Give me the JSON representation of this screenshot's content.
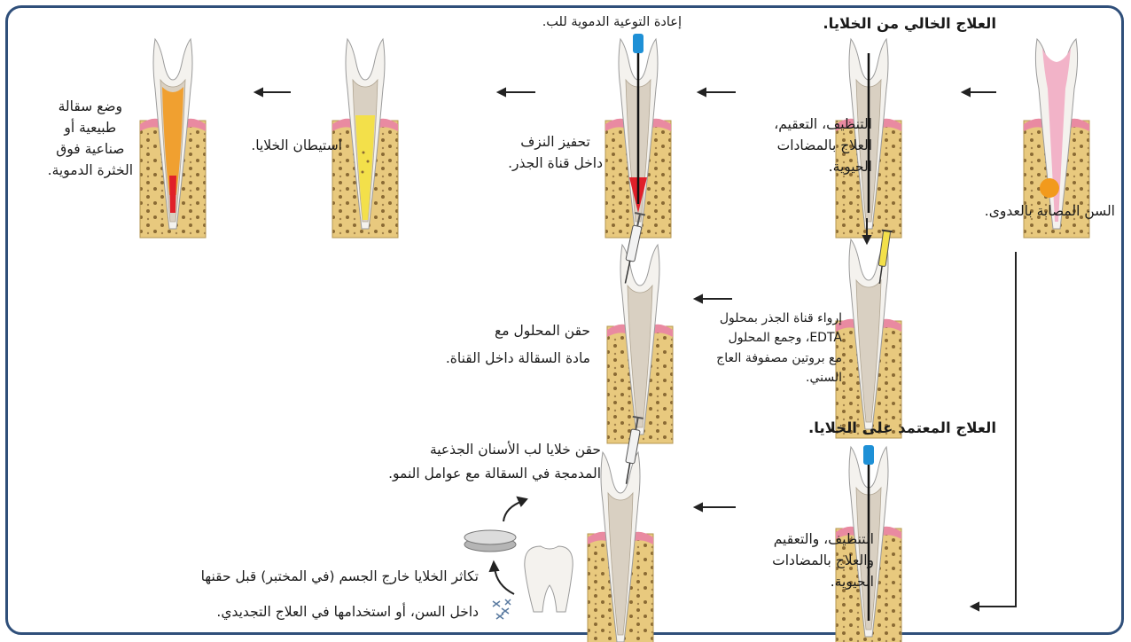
{
  "headings": {
    "cell_free": "العلاج الخالي من الخلايا.",
    "cell_based": "العلاج المعتمد على الخلايا."
  },
  "captions": {
    "infected": "السن المصابة بالعدوى.",
    "clean_cell_free": [
      "التنظيف، التعقيم،",
      "العلاج بالمضادات",
      "الحيوية."
    ],
    "revasc": "إعادة التوعية الدموية للب.",
    "bleeding": [
      "تحفيز النزف",
      "داخل قناة الجذر."
    ],
    "homing": "استيطان الخلايا.",
    "scaffold_top": [
      "وضع سقالة",
      "طبيعية أو",
      "صناعية فوق",
      "الخثرة الدموية."
    ],
    "irrigate": [
      "إرواء قناة الجذر بمحلول",
      "EDTA، وجمع المحلول",
      "مع بروتين مصفوفة العاج",
      "السني."
    ],
    "inject_solution": [
      "حقن المحلول مع",
      "مادة السقالة داخل القناة."
    ],
    "clean_cell_based": [
      "التنظيف، والتعقيم",
      "والعلاج بالمضادات",
      "الحيوية."
    ],
    "inject_cells": [
      "حقن خلايا لب الأسنان الجذعية",
      "المدمجة في السقالة مع عوامل النمو."
    ],
    "expand_cells": [
      "تكاثر الخلايا خارج الجسم (في المختبر) قبل حقنها",
      "داخل السن، أو استخدامها في العلاج التجديدي."
    ]
  },
  "colors": {
    "frame": "#2f4f7a",
    "bone": "#e8c97e",
    "bone_dot": "#8a6a34",
    "gum": "#e98aa1",
    "enamel": "#f4f2ee",
    "dentin": "#d9d0c2",
    "pulp_infected": "#f2b3c8",
    "file_handle": "#1e90d6",
    "blood": "#e0202a",
    "orange_fill": "#f0a030",
    "yellow_fill": "#f3e04a",
    "abscess": "#f29a1c"
  },
  "icons": [
    "endodontic-file-icon",
    "syringe-icon",
    "petri-dish-icon",
    "cells-cluster-icon",
    "extracted-tooth-icon",
    "arrow-icon"
  ]
}
